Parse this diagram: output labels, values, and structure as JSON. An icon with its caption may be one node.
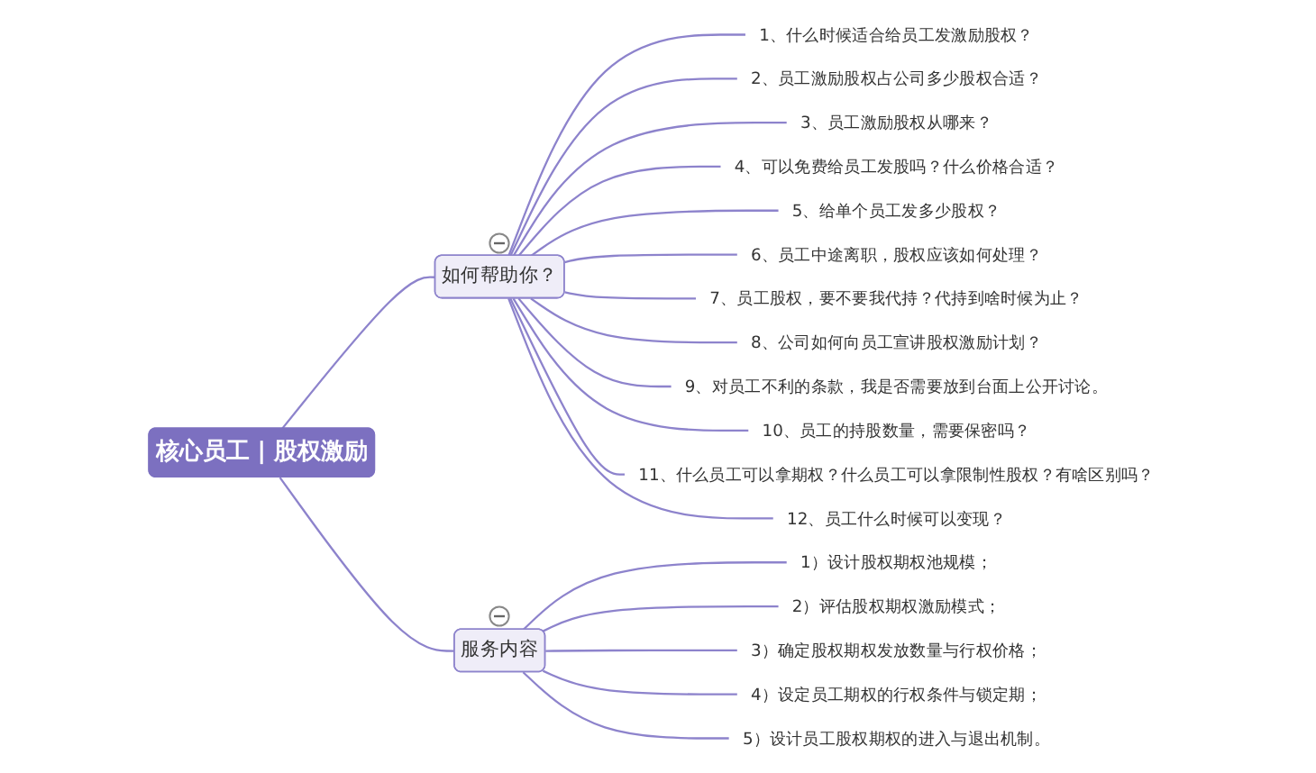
{
  "diagram": {
    "nodes": [
      {
        "text": [
          "核心员工 | 股权激励"
        ]
      },
      {
        "text": [
          "如何帮助你？"
        ]
      },
      {
        "text": [
          "1、什么时候适合给员工发激励股权？"
        ]
      },
      {
        "text": [
          "2、员工激励股权占公司多少股权合适？"
        ]
      },
      {
        "text": [
          "3、员工激励股权从哪来？"
        ]
      },
      {
        "text": [
          "4、可以免费给员工发股吗？什么价格合适？"
        ]
      },
      {
        "text": [
          "5、给单个员工发多少股权？"
        ]
      },
      {
        "text": [
          "6、员工中途离职，股权应该如何处理？"
        ]
      },
      {
        "text": [
          "7、员工股权，要不要我代持？代持到啥时候为止？"
        ]
      },
      {
        "text": [
          "8、公司如何向员工宣讲股权激励计划？"
        ]
      },
      {
        "text": [
          "9、对员工不利的条款，我是否需要放到台面上公开讨论。"
        ]
      },
      {
        "text": [
          "10、员工的持股数量，需要保密吗？"
        ]
      },
      {
        "text": [
          "11、什么员工可以拿期权？什么员工可以拿限制性股权？有啥区别吗？"
        ]
      },
      {
        "text": [
          "12、员工什么时候可以变现？"
        ]
      },
      {
        "text": [
          "服务内容"
        ]
      },
      {
        "text": [
          "1）设计股权期权池规模；"
        ]
      },
      {
        "text": [
          "2）评估股权期权激励模式；"
        ]
      },
      {
        "text": [
          "3）确定股权期权发放数量与行权价格；"
        ]
      },
      {
        "text": [
          "4）设定员工期权的行权条件与锁定期；"
        ]
      },
      {
        "text": [
          "5）设计员工股权期权的进入与退出机制。"
        ]
      }
    ],
    "edges": [
      {
        "from": 0,
        "to": 1,
        "arrow": "none"
      },
      {
        "from": 1,
        "to": 2,
        "arrow": "none"
      },
      {
        "from": 1,
        "to": 3,
        "arrow": "none"
      },
      {
        "from": 1,
        "to": 4,
        "arrow": "none"
      },
      {
        "from": 1,
        "to": 5,
        "arrow": "none"
      },
      {
        "from": 1,
        "to": 6,
        "arrow": "none"
      },
      {
        "from": 1,
        "to": 7,
        "arrow": "none"
      },
      {
        "from": 1,
        "to": 8,
        "arrow": "none"
      },
      {
        "from": 1,
        "to": 9,
        "arrow": "none"
      },
      {
        "from": 1,
        "to": 10,
        "arrow": "none"
      },
      {
        "from": 1,
        "to": 11,
        "arrow": "none"
      },
      {
        "from": 1,
        "to": 12,
        "arrow": "none"
      },
      {
        "from": 1,
        "to": 13,
        "arrow": "none"
      },
      {
        "from": 0,
        "to": 14,
        "arrow": "none"
      },
      {
        "from": 14,
        "to": 15,
        "arrow": "none"
      },
      {
        "from": 14,
        "to": 16,
        "arrow": "none"
      },
      {
        "from": 14,
        "to": 17,
        "arrow": "none"
      },
      {
        "from": 14,
        "to": 18,
        "arrow": "none"
      },
      {
        "from": 14,
        "to": 19,
        "arrow": "none"
      }
    ]
  }
}
